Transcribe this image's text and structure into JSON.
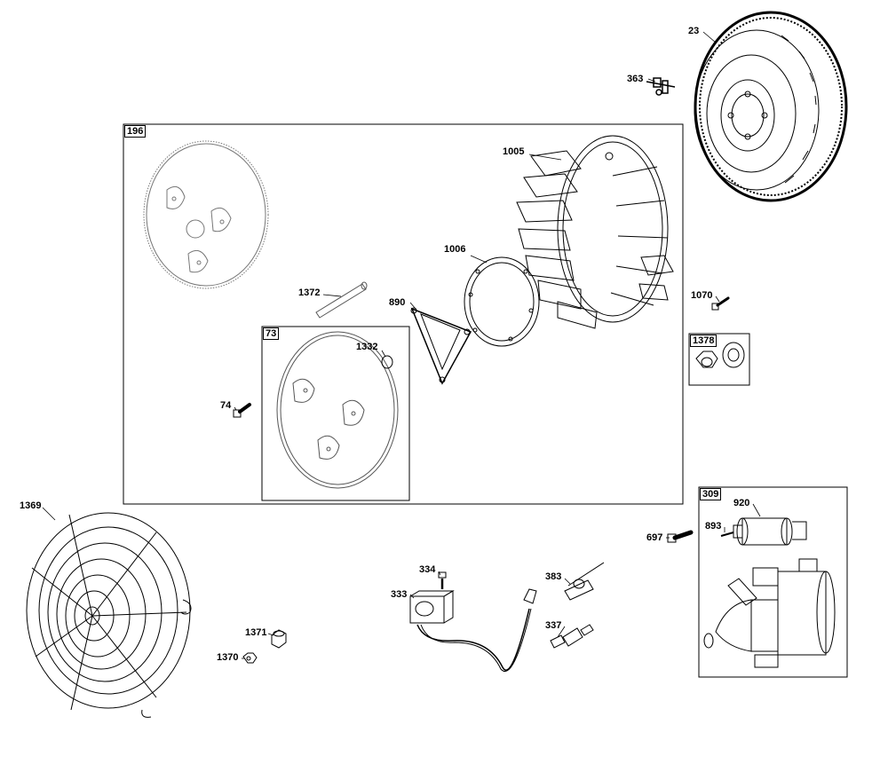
{
  "labels": {
    "p23": "23",
    "p363": "363",
    "p1005": "1005",
    "p1006": "1006",
    "p1372": "1372",
    "p890": "890",
    "p1332": "1332",
    "p74": "74",
    "p1070": "1070",
    "p1369": "1369",
    "p920": "920",
    "p893": "893",
    "p697": "697",
    "p334": "334",
    "p333": "333",
    "p383": "383",
    "p337": "337",
    "p1371": "1371",
    "p1370": "1370"
  },
  "groups": {
    "g196": "196",
    "g73": "73",
    "g1378": "1378",
    "g309": "309"
  },
  "colors": {
    "line": "#000000",
    "grey": "#777777",
    "background": "#ffffff"
  }
}
